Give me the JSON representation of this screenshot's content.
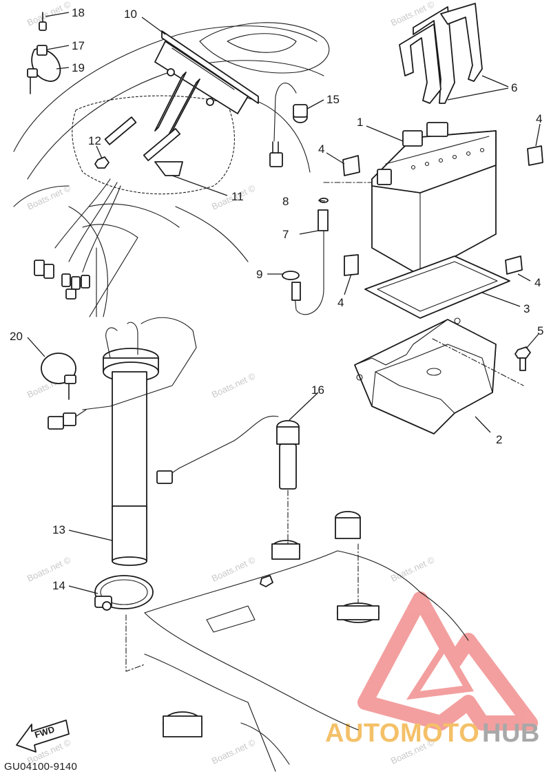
{
  "callouts": [
    {
      "n": "1"
    },
    {
      "n": "2"
    },
    {
      "n": "3"
    },
    {
      "n": "4"
    },
    {
      "n": "4"
    },
    {
      "n": "4"
    },
    {
      "n": "4"
    },
    {
      "n": "5"
    },
    {
      "n": "6"
    },
    {
      "n": "7"
    },
    {
      "n": "8"
    },
    {
      "n": "9"
    },
    {
      "n": "10"
    },
    {
      "n": "11"
    },
    {
      "n": "12"
    },
    {
      "n": "13"
    },
    {
      "n": "14"
    },
    {
      "n": "15"
    },
    {
      "n": "16"
    },
    {
      "n": "17"
    },
    {
      "n": "18"
    },
    {
      "n": "19"
    },
    {
      "n": "20"
    }
  ],
  "watermark_text": "Boats.net ©",
  "drawing_code": "GU04100-9140",
  "fwd_label": "FWD",
  "brand": {
    "part1": "AUTOMOTO",
    "part2": "HUB",
    "color1": "#f4c068",
    "color2": "#a8a8a8",
    "logo_color": "#f08080"
  },
  "colors": {
    "line": "#1a1a1a",
    "watermark": "#c8c8c8",
    "background": "#ffffff"
  }
}
